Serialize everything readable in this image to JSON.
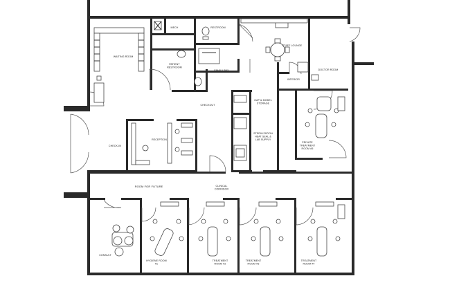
{
  "rooms": {
    "mech": "MECH",
    "restroom": "RESTROOM",
    "staff_lounge": "STAFF LOUNGE",
    "waiting_room": "WAITING ROOM",
    "patient_restroom": [
      "PATIENT",
      "RESTROOM"
    ],
    "family_bay": "FAMILY BAY",
    "doctor_room": "DOCTOR ROOM",
    "interior": "INTERIOR",
    "checkout": "CHECKOUT",
    "gap_model_storage": [
      "GAP & MODEL",
      "STORAGE"
    ],
    "private_treatment": [
      "PRIVATE",
      "TREATMENT",
      "ROOM #5"
    ],
    "sterilization": [
      "STERILIZATION",
      "HEAT SEAL &",
      "LAB SUPPLY"
    ],
    "reception": "RECEPTION",
    "checkin": "CHECK-IN",
    "room_for_future": "ROOM FOR FUTURE",
    "clinical_corridor": [
      "CLINICAL",
      "CORRIDOR"
    ],
    "consult": "CONSULT",
    "hygiene_room": [
      "HYGIENE ROOM",
      "#1"
    ],
    "treatment_2": [
      "TREATMENT",
      "ROOM #2"
    ],
    "treatment_3": [
      "TREATMENT",
      "ROOM #3"
    ],
    "treatment_4": [
      "TREATMENT",
      "ROOM #4"
    ]
  }
}
